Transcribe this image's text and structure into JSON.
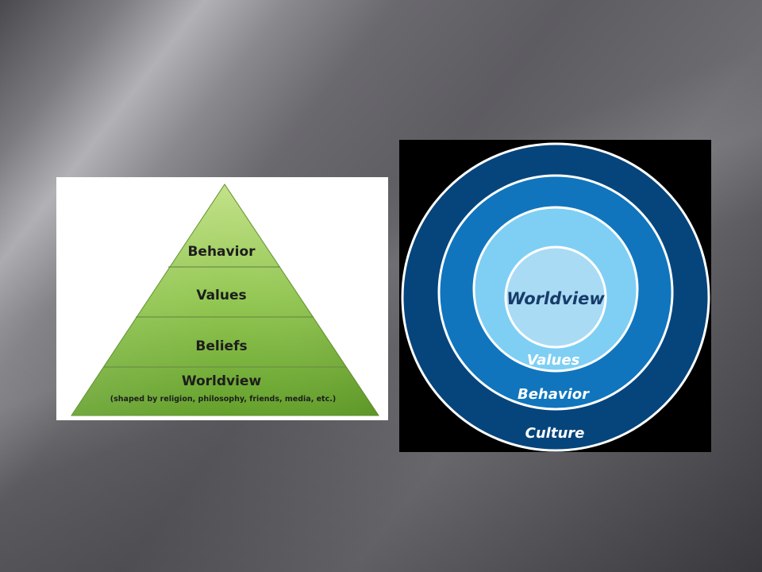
{
  "pyramid": {
    "levels": [
      {
        "label": "Behavior"
      },
      {
        "label": "Values"
      },
      {
        "label": "Beliefs"
      },
      {
        "label": "Worldview",
        "note": "(shaped by religion, philosophy, friends, media, etc.)"
      }
    ]
  },
  "circles": {
    "labels": {
      "center": "Worldview",
      "values": "Values",
      "behavior": "Behavior",
      "culture": "Culture"
    },
    "colors": {
      "culture": "#06457c",
      "behavior": "#1075bd",
      "values": "#7fcff4",
      "worldview": "#a9dbf5",
      "center_text": "#173c69",
      "ring_text": "#ffffff"
    }
  },
  "colors": {
    "pyramid_light": "#b4da78",
    "pyramid_dark": "#6ba52f"
  }
}
